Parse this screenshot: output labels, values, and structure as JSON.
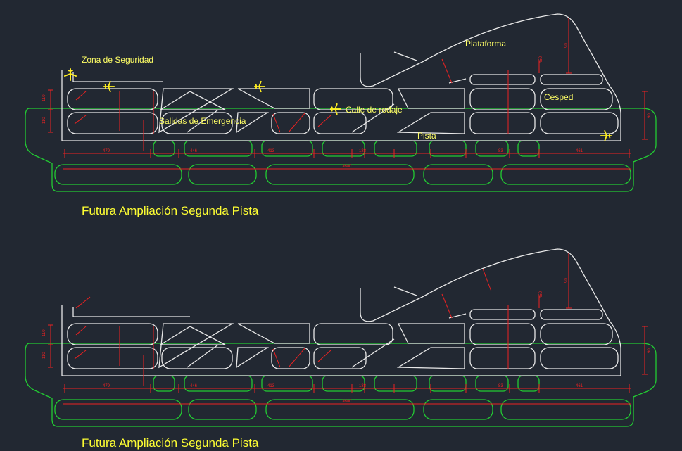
{
  "colors": {
    "background": "#222832",
    "outline": "#e8e8e8",
    "green": "#22cc33",
    "dimension": "#ee2222",
    "label": "#ffff66",
    "plane": "#ffee22"
  },
  "labels": {
    "zona_seguridad": "Zona de Seguridad",
    "plataforma": "Plataforma",
    "cesped": "Cesped",
    "calle_rodaje": "Calle de rodaje",
    "salidas_emergencia": "Salidas de Emergencia",
    "pista": "Pista"
  },
  "titles": {
    "top": "Futura Ampliación Segunda Pista",
    "bottom": "Futura Ampliación Segunda Pista"
  },
  "dimensions": {
    "bottom_row": [
      "479",
      "446",
      "413",
      "138",
      "83",
      "461"
    ],
    "total_length": "3600",
    "side_heights": [
      "110",
      "110"
    ],
    "right_height": "90",
    "platform_dims": [
      "450",
      "90"
    ]
  },
  "icons": {
    "plane": "airplane-icon"
  }
}
